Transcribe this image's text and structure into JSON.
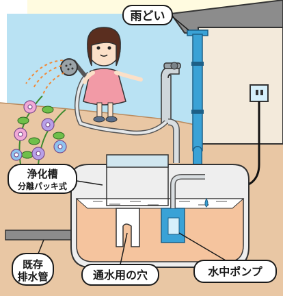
{
  "labels": {
    "rain_gutter": "雨どい",
    "septic_tank_line1": "浄化槽",
    "septic_tank_line2": "分離パッキ式",
    "existing_drain_line1": "既存",
    "existing_drain_line2": "排水管",
    "water_passage_hole": "通水用の穴",
    "submersible_pump": "水中ポンプ"
  },
  "colors": {
    "sky": "#b9e2f3",
    "ground": "#e9c7a4",
    "house_wall": "#f3eadb",
    "pipe_blue": "#3aa2d6",
    "tank_water": "#f5c49e",
    "tank_wall": "#eeeeee",
    "dress": "#f29aa6",
    "label_border": "#1a1a1a"
  },
  "icons": [
    "shower-head-icon",
    "faucet-icon",
    "girl-figure",
    "morning-glory-flowers",
    "electrical-outlet-icon",
    "water-drop-icon"
  ]
}
